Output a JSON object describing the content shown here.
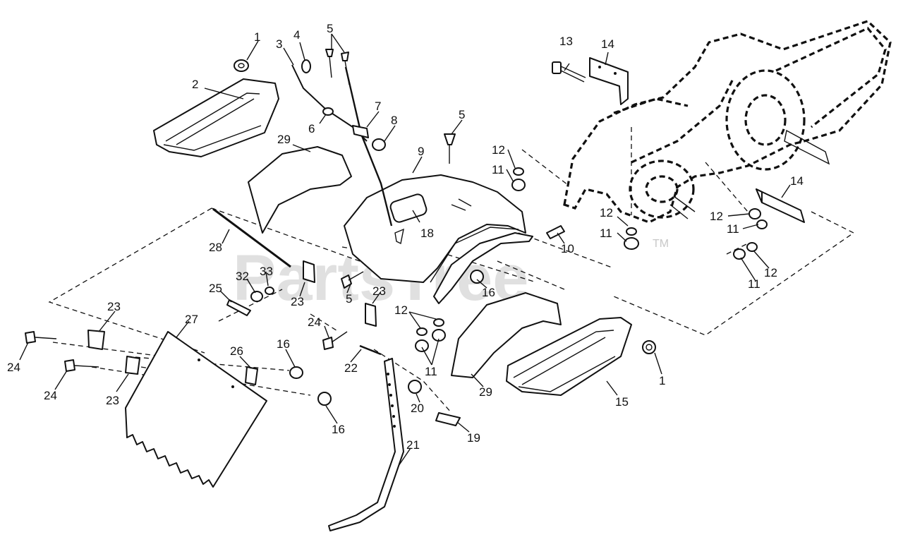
{
  "watermark": {
    "text": "PartsTree",
    "tm": "TM"
  },
  "callouts": {
    "c1a": "1",
    "c1b": "1",
    "c2": "2",
    "c3": "3",
    "c4": "4",
    "c5a": "5",
    "c5b": "5",
    "c5c": "5",
    "c6": "6",
    "c7": "7",
    "c8": "8",
    "c9": "9",
    "c10": "10",
    "c11a": "11",
    "c11b": "11",
    "c11c": "11",
    "c11d": "11",
    "c12a": "12",
    "c12b": "12",
    "c12c": "12",
    "c12d": "12",
    "c12e": "12",
    "c13": "13",
    "c14a": "14",
    "c14b": "14",
    "c15": "15",
    "c16a": "16",
    "c16b": "16",
    "c16c": "16",
    "c18": "18",
    "c19": "19",
    "c20": "20",
    "c21": "21",
    "c22": "22",
    "c23a": "23",
    "c23b": "23",
    "c23c": "23",
    "c23d": "23",
    "c24a": "24",
    "c24b": "24",
    "c24c": "24",
    "c25": "25",
    "c26": "26",
    "c27": "27",
    "c28": "28",
    "c29a": "29",
    "c29b": "29",
    "c32": "32",
    "c33": "33"
  }
}
